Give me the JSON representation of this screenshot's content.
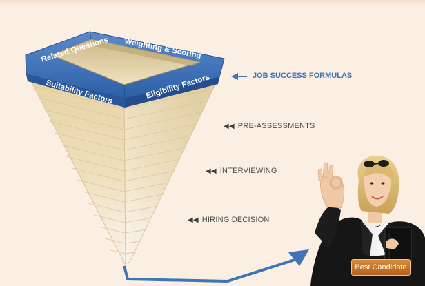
{
  "funnel": {
    "rim": {
      "top_left": "Related Questions",
      "top_right": "Weighting & Scoring",
      "bottom_left": "Suitability Factors",
      "bottom_right": "Eligibility Factors"
    },
    "rim_color": "#3f6fb5",
    "body_color": "#ead8ae",
    "tip_color": "#f4eee6"
  },
  "labels": {
    "formulas": "JOB SUCCESS FORMULAS",
    "pre_assessments": "PRE-ASSESSMENTS",
    "interviewing": "INTERVIEWING",
    "hiring_decision": "HIRING DECISION",
    "arrow_icon": "◀◀"
  },
  "candidate": {
    "badge": "Best Candidate"
  },
  "colors": {
    "background": "#fbeee2",
    "accent_blue": "#3f74b8",
    "badge_orange": "#c4722a"
  }
}
